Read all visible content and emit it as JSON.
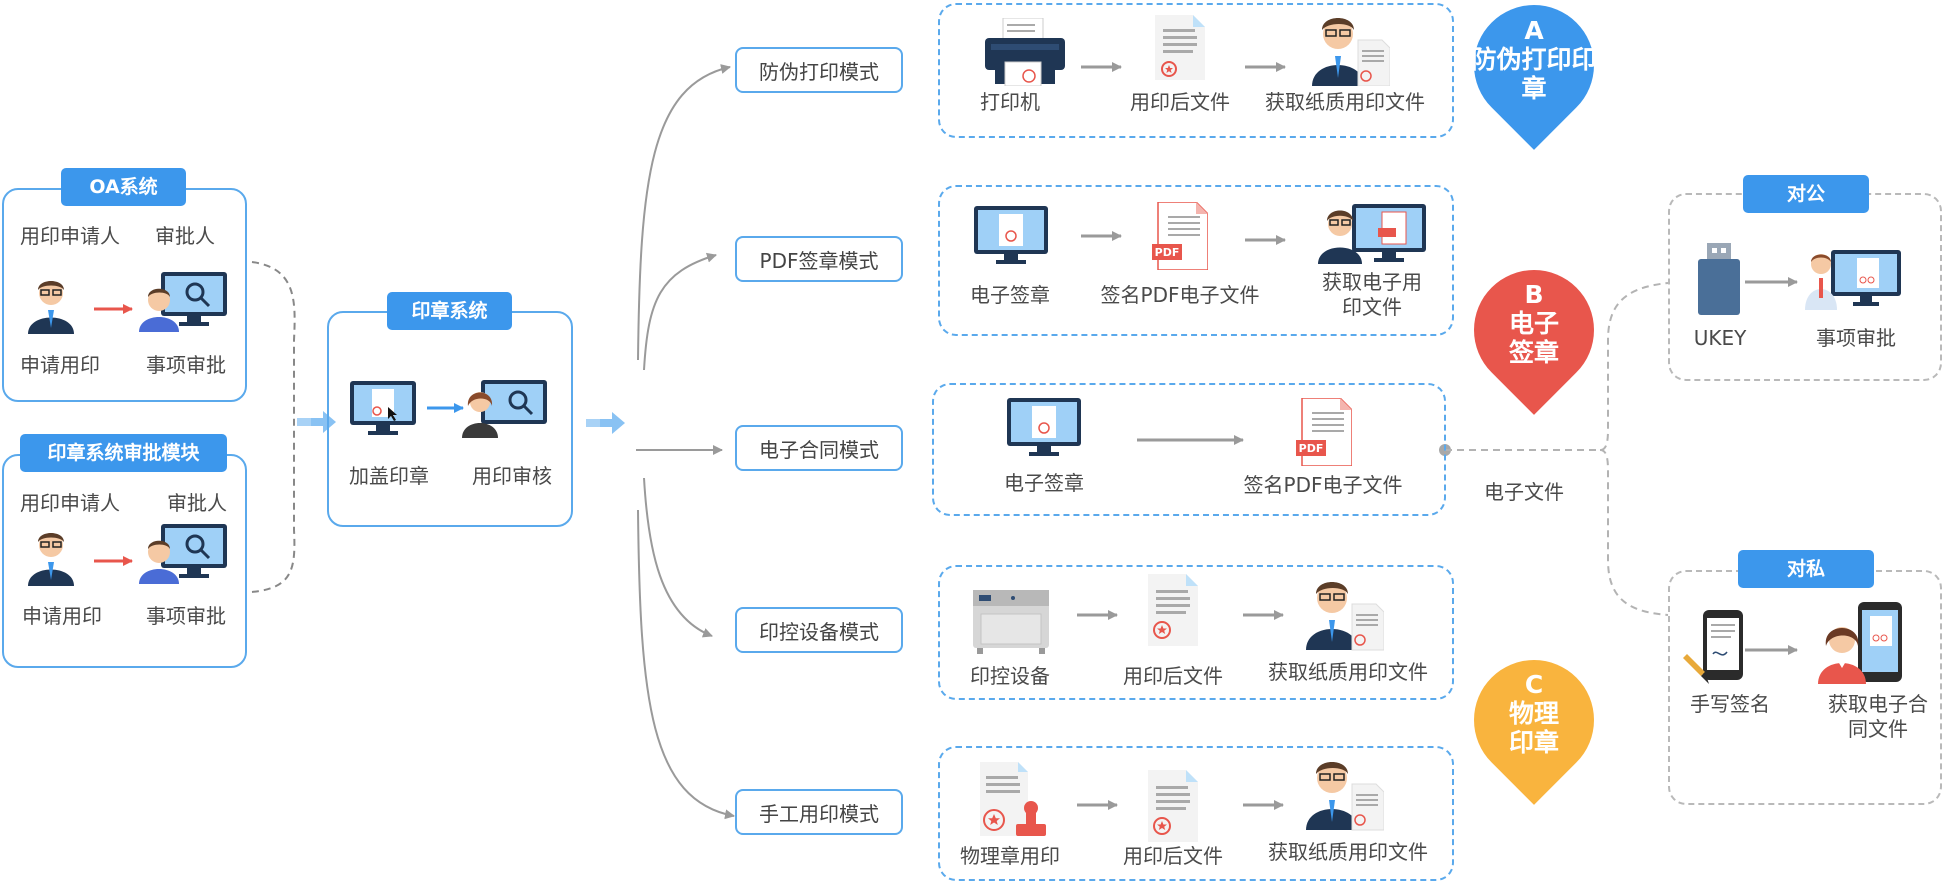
{
  "oa_system": {
    "tag": "OA系统",
    "applicant": "用印申请人",
    "approver": "审批人",
    "apply_action": "申请用印",
    "approve_action": "事项审批"
  },
  "seal_approval_module": {
    "tag": "印章系统审批模块",
    "applicant": "用印申请人",
    "approver": "审批人",
    "apply_action": "申请用印",
    "approve_action": "事项审批"
  },
  "seal_system": {
    "tag": "印章系统",
    "stamp": "加盖印章",
    "review": "用印审核"
  },
  "modes": [
    "防伪打印模式",
    "PDF签章模式",
    "电子合同模式",
    "印控设备模式",
    "手工用印模式"
  ],
  "anti_fake_flow": {
    "step1": "打印机",
    "step2": "用印后文件",
    "step3": "获取纸质用印文件"
  },
  "pdf_flow": {
    "step1": "电子签章",
    "step2": "签名PDF电子文件",
    "step3": "获取电子用印文件"
  },
  "contract_flow": {
    "step1": "电子签章",
    "step2": "签名PDF电子文件"
  },
  "device_flow": {
    "step1": "印控设备",
    "step2": "用印后文件",
    "step3": "获取纸质用印文件"
  },
  "manual_flow": {
    "step1": "物理章用印",
    "step2": "用印后文件",
    "step3": "获取纸质用印文件"
  },
  "pins": {
    "a": {
      "letter": "A",
      "text": "防伪打印印章",
      "color": "#3c97ec"
    },
    "b": {
      "letter": "B",
      "text": "电子签章",
      "color": "#e8564c"
    },
    "c": {
      "letter": "C",
      "text": "物理印章",
      "color": "#f9b43e"
    }
  },
  "pdf_badge": "PDF",
  "electronic_file_label": "电子文件",
  "public": {
    "tag": "对公",
    "ukey": "UKEY",
    "approval": "事项审批"
  },
  "private": {
    "tag": "对私",
    "handwrite": "手写签名",
    "contract": "获取电子合同文件"
  },
  "colors": {
    "blue": "#3c97ec",
    "red": "#e8564c",
    "orange": "#f9b43e",
    "gray": "#9a9a9a"
  }
}
